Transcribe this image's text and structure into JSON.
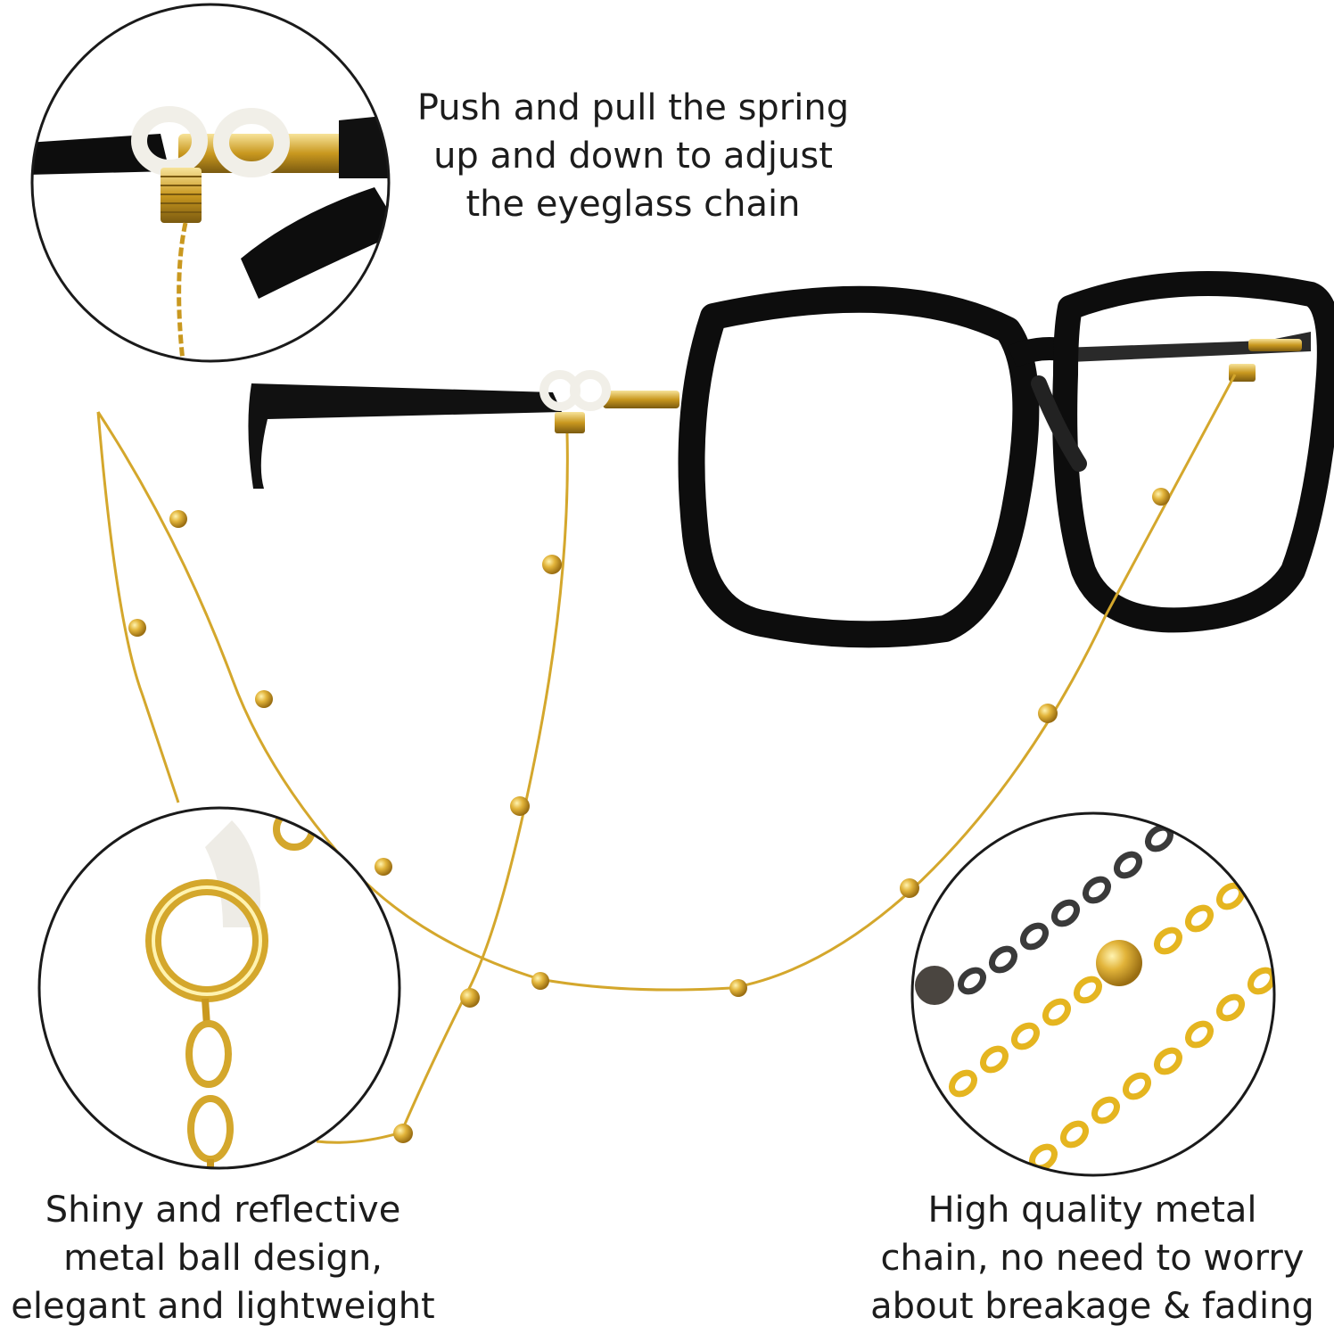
{
  "captions": {
    "spring": {
      "line1": "Push and pull the spring",
      "line2": "up and down to adjust",
      "line3": "the eyeglass chain"
    },
    "ball": {
      "line1": "Shiny and reflective",
      "line2": "metal ball design,",
      "line3": "elegant and lightweight"
    },
    "quality": {
      "line1": "High quality metal",
      "line2": "chain, no need to worry",
      "line3": "about breakage & fading"
    }
  },
  "colors": {
    "gold": "#d4a72c",
    "frame": "#111111",
    "background": "#ffffff"
  }
}
